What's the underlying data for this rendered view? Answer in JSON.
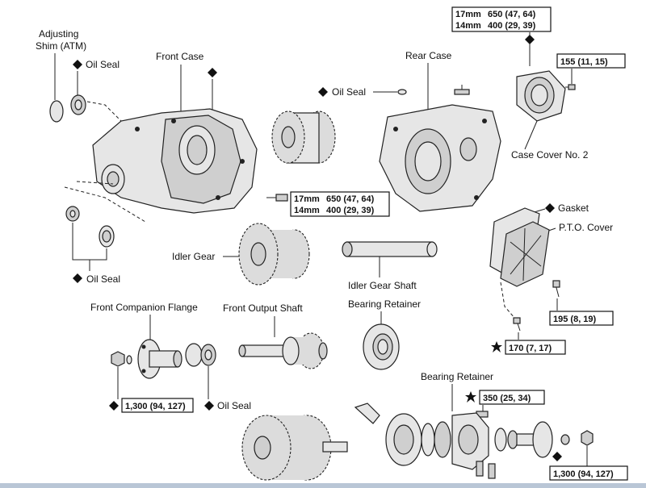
{
  "labels": {
    "adjusting_shim_line1": "Adjusting",
    "adjusting_shim_line2": "Shim (ATM)",
    "oil_seal_top_left": "Oil Seal",
    "front_case": "Front Case",
    "rear_case": "Rear Case",
    "oil_seal_center": "Oil Seal",
    "case_cover_no2": "Case Cover No. 2",
    "oil_seal_left_mid": "Oil Seal",
    "idler_gear": "Idler Gear",
    "idler_gear_shaft": "Idler Gear Shaft",
    "gasket": "Gasket",
    "pto_cover": "P.T.O. Cover",
    "front_companion_flange": "Front Companion Flange",
    "front_output_shaft": "Front Output Shaft",
    "bearing_retainer_mid": "Bearing Retainer",
    "bearing_retainer_bottom": "Bearing Retainer",
    "oil_seal_bottom": "Oil Seal"
  },
  "torque_specs": {
    "top_right_block": {
      "row1_size": "17mm",
      "row1_value": "650 (47, 64)",
      "row2_size": "14mm",
      "row2_value": "400 (29, 39)"
    },
    "center_block": {
      "row1_size": "17mm",
      "row1_value": "650 (47, 64)",
      "row2_size": "14mm",
      "row2_value": "400 (29, 39)"
    },
    "cover_bolt": "155 (11, 15)",
    "pto_bolt": "195 (8, 19)",
    "pto_star_bolt": "170 (7, 17)",
    "flange_nut": "1,300 (94, 127)",
    "retainer_star_bolt": "350 (25, 34)",
    "rear_flange_nut": "1,300 (94, 127)"
  },
  "symbols": {
    "diamond": "non-reusable-part-diamond-icon",
    "star": "sealant-star-icon"
  }
}
